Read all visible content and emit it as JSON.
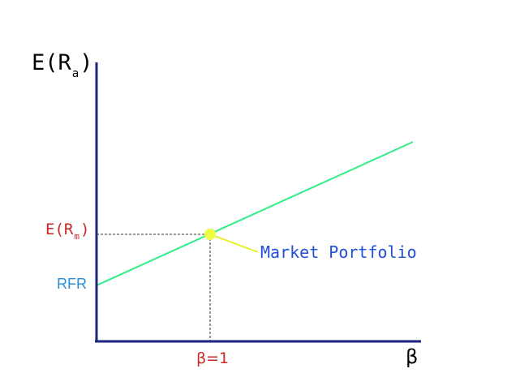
{
  "diagram": {
    "y_axis_label": {
      "text": "E(R",
      "sub": "a",
      "close": ")"
    },
    "x_axis_label": "β",
    "expected_market_return_label": {
      "text": "E(R",
      "sub": "m",
      "close": ")"
    },
    "risk_free_rate_label": "RFR",
    "market_beta_label": "β=1",
    "market_portfolio_label": "Market Portfolio"
  },
  "colors": {
    "axes": "#1a237e",
    "sml_line": "#33ee88",
    "market_point": "#eeff44",
    "callout_line": "#e8f020",
    "guide_lines": "#333333"
  }
}
